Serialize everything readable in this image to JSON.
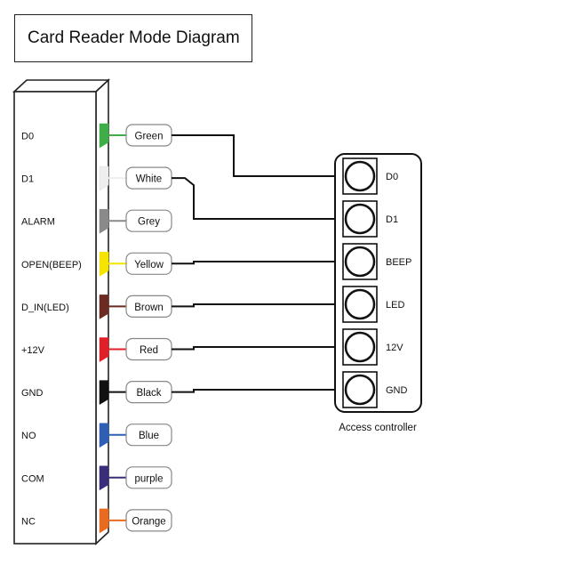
{
  "title": "Card Reader Mode Diagram",
  "reader": {
    "pins": [
      {
        "label": "D0",
        "wire": "Green",
        "color": "#3fae49"
      },
      {
        "label": "D1",
        "wire": "White",
        "color": "#eeeeee"
      },
      {
        "label": "ALARM",
        "wire": "Grey",
        "color": "#8a8a8a"
      },
      {
        "label": "OPEN(BEEP)",
        "wire": "Yellow",
        "color": "#f5e400"
      },
      {
        "label": "D_IN(LED)",
        "wire": "Brown",
        "color": "#6b2b22"
      },
      {
        "label": "+12V",
        "wire": "Red",
        "color": "#e02029"
      },
      {
        "label": "GND",
        "wire": "Black",
        "color": "#111111"
      },
      {
        "label": "NO",
        "wire": "Blue",
        "color": "#2f5fb4"
      },
      {
        "label": "COM",
        "wire": "purple",
        "color": "#3a2d7a"
      },
      {
        "label": "NC",
        "wire": "Orange",
        "color": "#e86b1f"
      }
    ]
  },
  "controller": {
    "label": "Access controller",
    "terminals": [
      "D0",
      "D1",
      "BEEP",
      "LED",
      "12V",
      "GND"
    ]
  },
  "connections": [
    {
      "wire": "Green",
      "terminal": "D0"
    },
    {
      "wire": "White",
      "terminal": "D1"
    },
    {
      "wire": "Yellow",
      "terminal": "BEEP"
    },
    {
      "wire": "Brown",
      "terminal": "LED"
    },
    {
      "wire": "Red",
      "terminal": "12V"
    },
    {
      "wire": "Black",
      "terminal": "GND"
    }
  ]
}
